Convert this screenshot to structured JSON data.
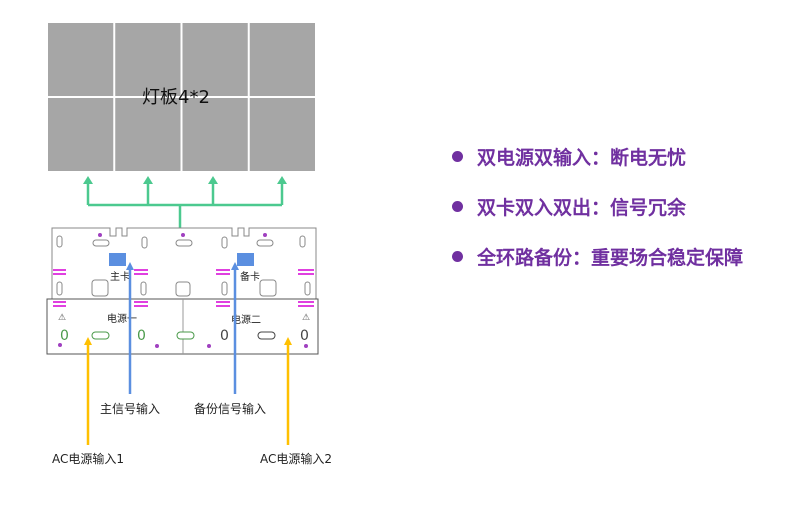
{
  "panel": {
    "label": "灯板4*2",
    "cols": 4,
    "rows": 2
  },
  "controller": {
    "main_card": "主卡",
    "backup_card": "备卡",
    "power1": "电源一",
    "power2": "电源二"
  },
  "inputs": {
    "main_signal": "主信号输入",
    "backup_signal": "备份信号输入",
    "ac1": "AC电源输入1",
    "ac2": "AC电源输入2"
  },
  "bullets": [
    {
      "text": "双电源双输入：断电无忧"
    },
    {
      "text": "双卡双入双出：信号冗余"
    },
    {
      "text": "全环路备份：重要场合稳定保障"
    }
  ],
  "colors": {
    "accent": "#7030a0",
    "green": "#4cc98f",
    "blue": "#5b8fe0",
    "yellow": "#ffc000",
    "tile": "#a6a6a6"
  }
}
